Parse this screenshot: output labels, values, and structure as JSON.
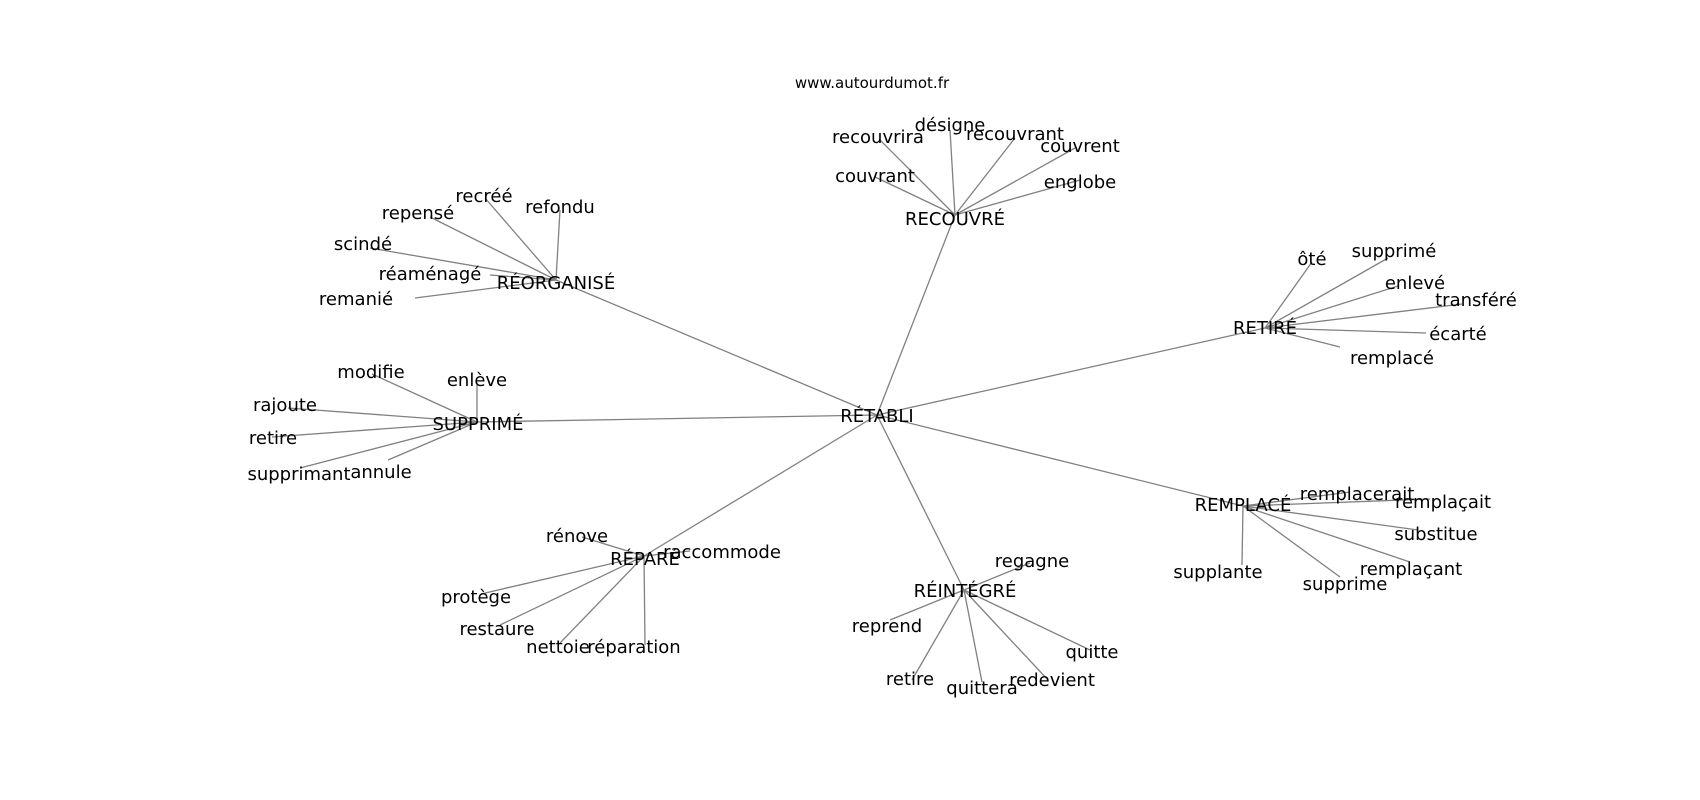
{
  "site": "www.autourdumot.fr",
  "edge_color": "#808080",
  "text_color": "#000000",
  "graph": {
    "center": "RÉTABLI",
    "hubs": [
      {
        "label": "RÉORGANISÉ",
        "leaves": [
          "recréé",
          "refondu",
          "repensé",
          "scindé",
          "réaménagé",
          "remanié"
        ]
      },
      {
        "label": "RECOUVRÉ",
        "leaves": [
          "désigne",
          "recouvrira",
          "recouvrant",
          "couvrent",
          "couvrant",
          "englobe"
        ]
      },
      {
        "label": "RETIRÉ",
        "leaves": [
          "ôté",
          "supprimé",
          "enlevé",
          "transféré",
          "écarté",
          "remplacé"
        ]
      },
      {
        "label": "SUPPRIMÉ",
        "leaves": [
          "modifie",
          "enlève",
          "rajoute",
          "retire",
          "supprimant",
          "annule"
        ]
      },
      {
        "label": "REMPLACÉ",
        "leaves": [
          "remplacerait",
          "remplaçait",
          "substitue",
          "remplaçant",
          "supplante",
          "supprime"
        ]
      },
      {
        "label": "RÉPARÉ",
        "leaves": [
          "rénove",
          "raccommode",
          "protège",
          "restaure",
          "nettoie",
          "réparation"
        ]
      },
      {
        "label": "RÉINTÉGRÉ",
        "leaves": [
          "regagne",
          "reprend",
          "quitte",
          "retire",
          "quittera",
          "redevient"
        ]
      }
    ]
  }
}
